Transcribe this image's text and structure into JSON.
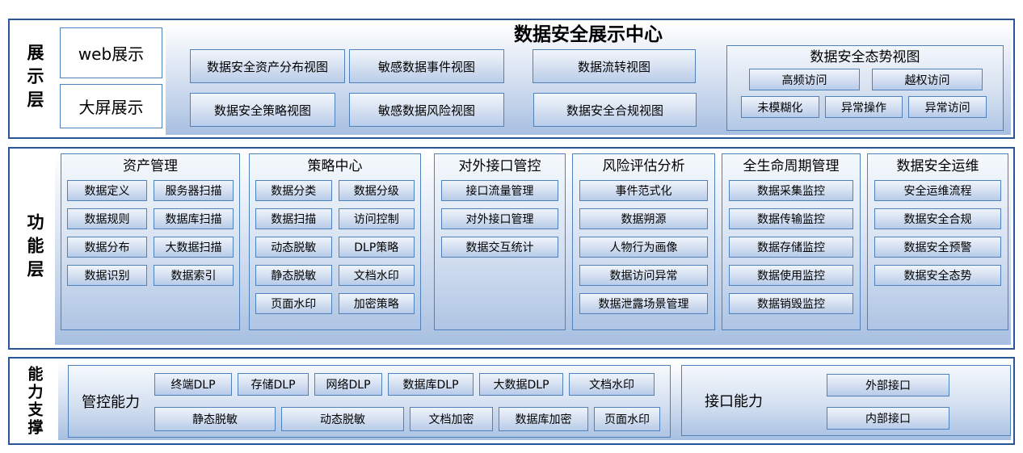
{
  "colors": {
    "section_border": "#2a5699",
    "box_border": "#4f81bd",
    "panel_gradient_top": "#ffffff",
    "panel_gradient_bottom": "#a7bfe0",
    "text": "#000000"
  },
  "display_layer": {
    "label": "展示层",
    "modes": [
      "web展示",
      "大屏展示"
    ],
    "title": "数据安全展示中心",
    "views_row1": [
      "数据安全资产分布视图",
      "敏感数据事件视图",
      "数据流转视图"
    ],
    "views_row2": [
      "数据安全策略视图",
      "敏感数据风险视图",
      "数据安全合规视图"
    ],
    "situation": {
      "title": "数据安全态势视图",
      "row1": [
        "高频访问",
        "越权访问"
      ],
      "row2": [
        "未模糊化",
        "异常操作",
        "异常访问"
      ]
    }
  },
  "function_layer": {
    "label": "功能层",
    "columns": [
      {
        "title": "资产管理",
        "left": [
          "数据定义",
          "数据规则",
          "数据分布",
          "数据识别"
        ],
        "right": [
          "服务器扫描",
          "数据库扫描",
          "大数据扫描",
          "数据索引"
        ]
      },
      {
        "title": "策略中心",
        "left": [
          "数据分类",
          "数据扫描",
          "动态脱敏",
          "静态脱敏",
          "页面水印"
        ],
        "right": [
          "数据分级",
          "访问控制",
          "DLP策略",
          "文档水印",
          "加密策略"
        ]
      },
      {
        "title": "对外接口管控",
        "items": [
          "接口流量管理",
          "对外接口管理",
          "数据交互统计"
        ]
      },
      {
        "title": "风险评估分析",
        "items": [
          "事件范式化",
          "数据朔源",
          "人物行为画像",
          "数据访问异常",
          "数据泄露场景管理"
        ]
      },
      {
        "title": "全生命周期管理",
        "items": [
          "数据采集监控",
          "数据传输监控",
          "数据存储监控",
          "数据使用监控",
          "数据销毁监控"
        ]
      },
      {
        "title": "数据安全运维",
        "items": [
          "安全运维流程",
          "数据安全合规",
          "数据安全预警",
          "数据安全态势"
        ]
      }
    ]
  },
  "capability_layer": {
    "label": "能力支撑",
    "control": {
      "title": "管控能力",
      "row1": [
        "终端DLP",
        "存储DLP",
        "网络DLP",
        "数据库DLP",
        "大数据DLP",
        "文档水印"
      ],
      "row2": [
        "静态脱敏",
        "动态脱敏",
        "文档加密",
        "数据库加密",
        "页面水印"
      ]
    },
    "interface": {
      "title": "接口能力",
      "items": [
        "外部接口",
        "内部接口"
      ]
    }
  }
}
